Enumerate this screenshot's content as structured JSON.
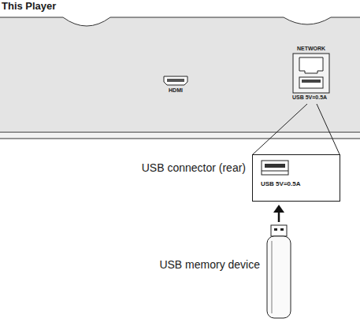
{
  "diagram": {
    "title": "This Player",
    "nodes": [
      {
        "text": [
          "USB 5V=0.5A"
        ]
      }
    ],
    "labels": [
      "HDMI",
      "NETWORK",
      "USB 5V=0.5A",
      "USB connector (rear)",
      "USB memory device"
    ]
  }
}
